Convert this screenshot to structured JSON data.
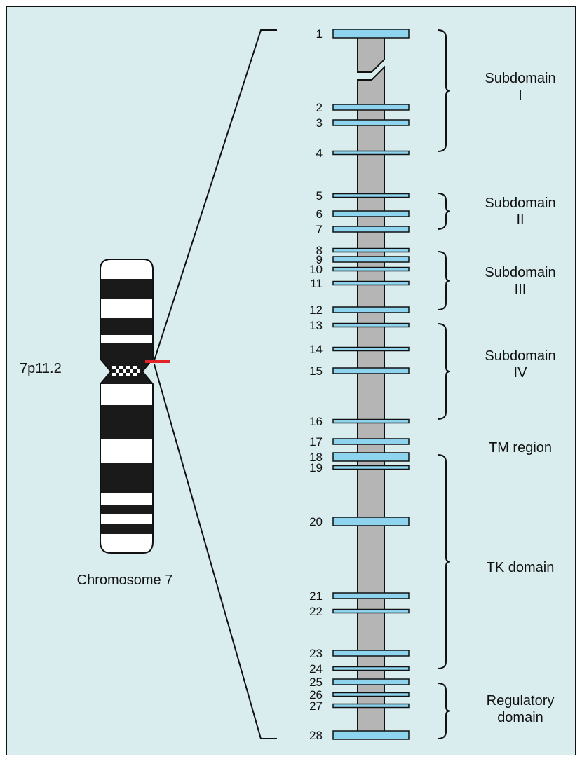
{
  "colors": {
    "background": "#d9ecee",
    "exon_fill": "#8ed4ef",
    "gene_bar": "#b5b5b5",
    "marker_red": "#e2232a",
    "band_dark": "#1a1a1a"
  },
  "chromosome": {
    "name": "Chromosome 7",
    "locus": "7p11.2"
  },
  "exons": [
    {
      "number": "1",
      "size": "large"
    },
    {
      "number": "2",
      "size": "medium"
    },
    {
      "number": "3",
      "size": "medium"
    },
    {
      "number": "4",
      "size": "small"
    },
    {
      "number": "5",
      "size": "small"
    },
    {
      "number": "6",
      "size": "medium"
    },
    {
      "number": "7",
      "size": "medium"
    },
    {
      "number": "8",
      "size": "small"
    },
    {
      "number": "9",
      "size": "medium"
    },
    {
      "number": "10",
      "size": "small"
    },
    {
      "number": "11",
      "size": "small"
    },
    {
      "number": "12",
      "size": "medium"
    },
    {
      "number": "13",
      "size": "small"
    },
    {
      "number": "14",
      "size": "small"
    },
    {
      "number": "15",
      "size": "medium"
    },
    {
      "number": "16",
      "size": "small"
    },
    {
      "number": "17",
      "size": "medium"
    },
    {
      "number": "18",
      "size": "large"
    },
    {
      "number": "19",
      "size": "small"
    },
    {
      "number": "20",
      "size": "large"
    },
    {
      "number": "21",
      "size": "medium"
    },
    {
      "number": "22",
      "size": "small"
    },
    {
      "number": "23",
      "size": "medium"
    },
    {
      "number": "24",
      "size": "small"
    },
    {
      "number": "25",
      "size": "medium"
    },
    {
      "number": "26",
      "size": "small"
    },
    {
      "number": "27",
      "size": "small"
    },
    {
      "number": "28",
      "size": "large"
    }
  ],
  "domains": [
    {
      "line1": "Subdomain",
      "line2": "I"
    },
    {
      "line1": "Subdomain",
      "line2": "II"
    },
    {
      "line1": "Subdomain",
      "line2": "III"
    },
    {
      "line1": "Subdomain",
      "line2": "IV"
    },
    {
      "line1": "TM region",
      "line2": ""
    },
    {
      "line1": "TK domain",
      "line2": ""
    },
    {
      "line1": "Regulatory",
      "line2": "domain"
    }
  ]
}
